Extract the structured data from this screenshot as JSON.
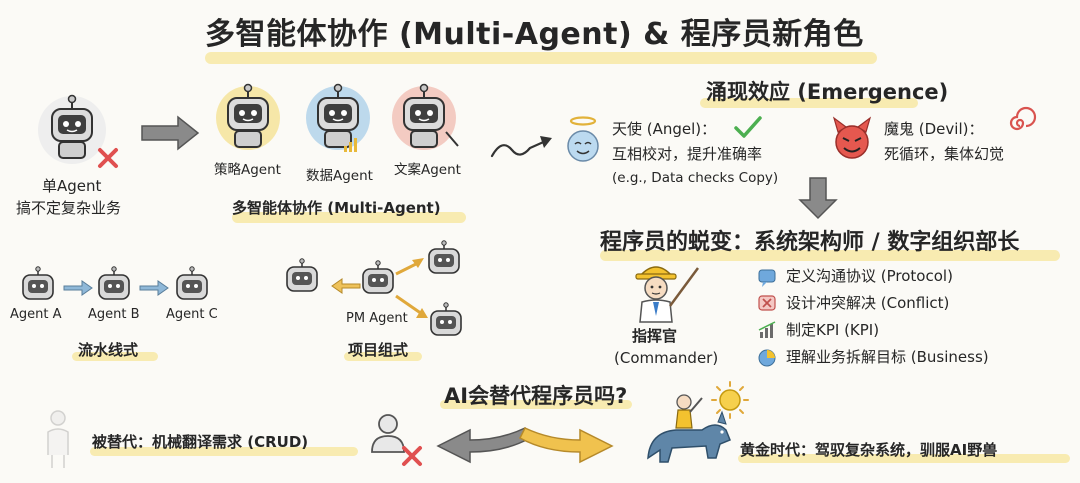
{
  "title": "多智能体协作 (Multi-Agent) & 程序员新角色",
  "single_agent": {
    "label": "单Agent",
    "desc": "搞不定复杂业务"
  },
  "agents": {
    "strategy": "策略Agent",
    "data": "数据Agent",
    "copy": "文案Agent",
    "caption": "多智能体协作 (Multi-Agent)"
  },
  "pipeline": {
    "a": "Agent A",
    "b": "Agent B",
    "c": "Agent C",
    "caption": "流水线式"
  },
  "project_group": {
    "pm": "PM Agent",
    "caption": "项目组式"
  },
  "emergence": {
    "title": "涌现效应 (Emergence)",
    "angel": {
      "name": "天使 (Angel)：",
      "desc": "互相校对，提升准确率",
      "example": "(e.g., Data checks Copy)"
    },
    "devil": {
      "name": "魔鬼 (Devil)：",
      "desc": "死循环，集体幻觉"
    }
  },
  "programmer": {
    "title": "程序员的蜕变：系统架构师 / 数字组织部长",
    "commander": "指挥官",
    "commander_en": "(Commander)",
    "duties": [
      "定义沟通协议 (Protocol)",
      "设计冲突解决 (Conflict)",
      "制定KPI (KPI)",
      "理解业务拆解目标 (Business)"
    ]
  },
  "question": "AI会替代程序员吗?",
  "replaced": "被替代：机械翻译需求 (CRUD)",
  "golden": "黄金时代：驾驭复杂系统，驯服AI野兽",
  "icons": {
    "robot": "robot-icon",
    "cross": "red-cross-icon",
    "check": "green-check-icon",
    "angel": "angel-face-icon",
    "devil": "devil-face-icon",
    "spiral": "spiral-icon",
    "commander": "commander-icon",
    "chat": "chat-bubble-icon",
    "conflict": "conflict-icon",
    "kpi": "bar-chart-icon",
    "business": "pie-chart-icon",
    "person": "person-icon",
    "sun": "sun-icon",
    "rider": "wolf-rider-icon"
  },
  "colors": {
    "highlight": "#f6de78",
    "cross": "#e05050",
    "check": "#4caf50",
    "gray_arrow": "#8a8a8a",
    "gold_arrow": "#e8b93a"
  }
}
